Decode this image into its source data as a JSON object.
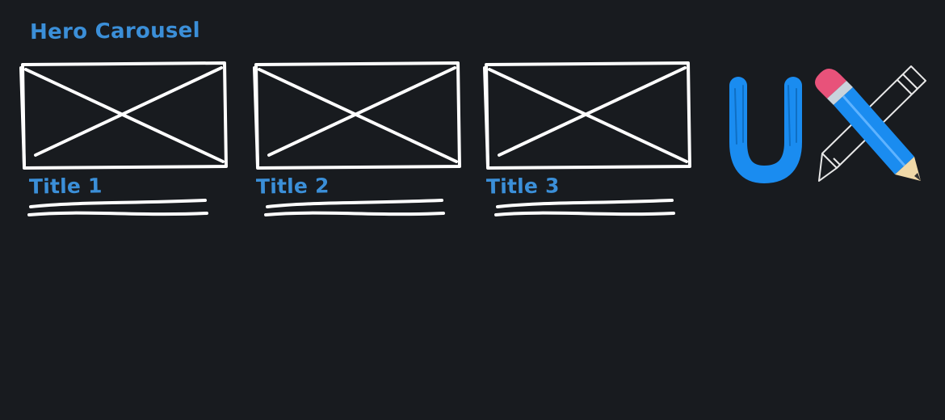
{
  "heading": "Hero Carousel",
  "cards": [
    {
      "title": "Title 1"
    },
    {
      "title": "Title 2"
    },
    {
      "title": "Title 3"
    }
  ],
  "logo": {
    "letter": "U",
    "icon": "pencil-icon"
  },
  "colors": {
    "background": "#181b1f",
    "accent": "#3b8fd8",
    "sketch": "#ffffff",
    "logo_blue": "#1a8cf0",
    "eraser": "#e8527a"
  }
}
